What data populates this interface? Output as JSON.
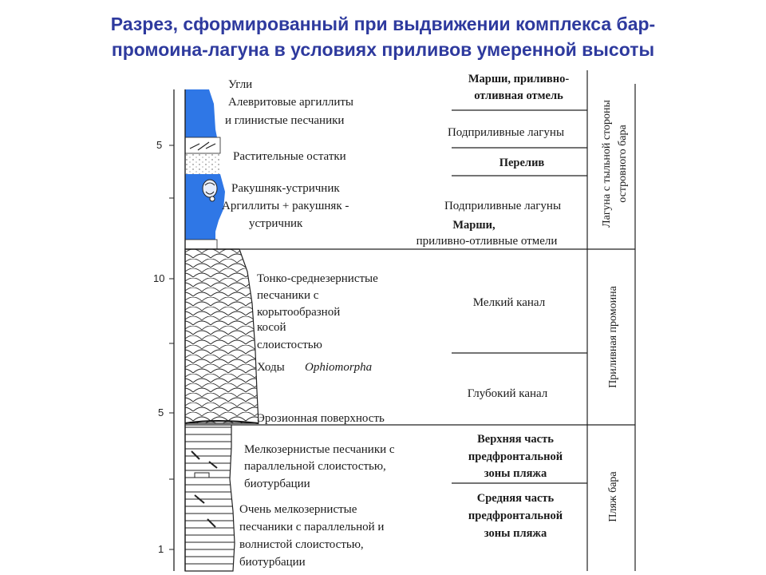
{
  "title": {
    "line1": "Разрез, сформированный при выдвижении комплекса бар-",
    "line2": "промоина-лагуна в условиях приливов умеренной высоты"
  },
  "colors": {
    "title": "#2e3a9e",
    "water_blue": "#2f77e6",
    "ink": "#1a1a1a"
  },
  "scale_ticks": [
    "5",
    "10",
    "5",
    "1"
  ],
  "lithology": [
    "Угли",
    "Алевритовые аргиллиты",
    "и глинистые песчаники",
    "Растительные остатки",
    "Ракушняк-устричник",
    "Аргиллиты + ракушняк -",
    "устричник",
    "Тонко-среднезернистые",
    "песчаники с",
    "корытообразной",
    "косой",
    "слоистостью",
    "Ходы",
    "Ophiomorpha",
    "Эрозионная поверхность",
    "Мелкозернистые песчаники с",
    "параллельной слоистостью,",
    "биотурбации",
    "Очень мелкозернистые",
    "песчаники с параллельной и",
    "волнистой слоистостью,",
    "биотурбации"
  ],
  "environments": [
    "Марши, приливно-",
    "отливная отмель",
    "Подприливные лагуны",
    "Перелив",
    "Подприливные лагуны",
    "Марши,",
    "приливно-отливные отмели",
    "Мелкий канал",
    "Глубокий канал",
    "Верхняя часть",
    "предфронтальной",
    "зоны пляжа",
    "Средняя часть",
    "предфронтальной",
    "зоны пляжа"
  ],
  "zones": [
    "Лагуна с тыльной стороны",
    "островного бара",
    "Приливная промоина",
    "Пляж бара"
  ]
}
